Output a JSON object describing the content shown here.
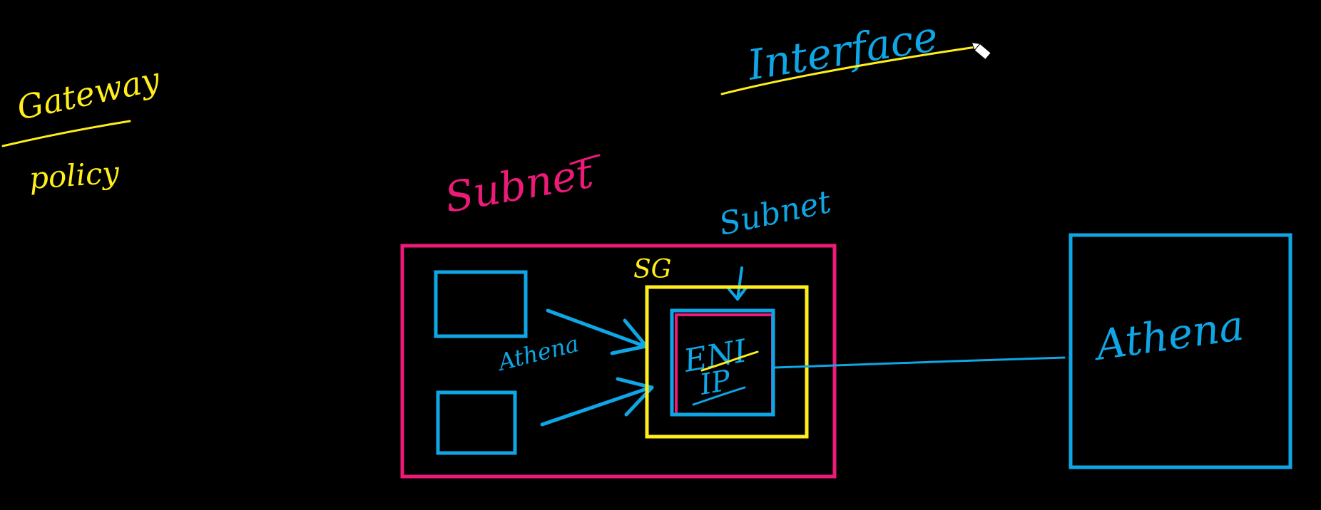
{
  "colors": {
    "background": "#000000",
    "yellow": "#ffee1a",
    "blue": "#0fa6e6",
    "pink": "#ee1a78"
  },
  "labels": {
    "gateway": "Gateway",
    "policy": "policy",
    "interface": "Interface",
    "subnet_outer": "Subnet",
    "subnet_inner": "Subnet",
    "sg": "SG",
    "athena_small": "Athena",
    "eni": "ENI",
    "ip": "IP",
    "athena_service": "Athena"
  },
  "icons": {
    "cursor": "pencil-cursor-icon"
  }
}
